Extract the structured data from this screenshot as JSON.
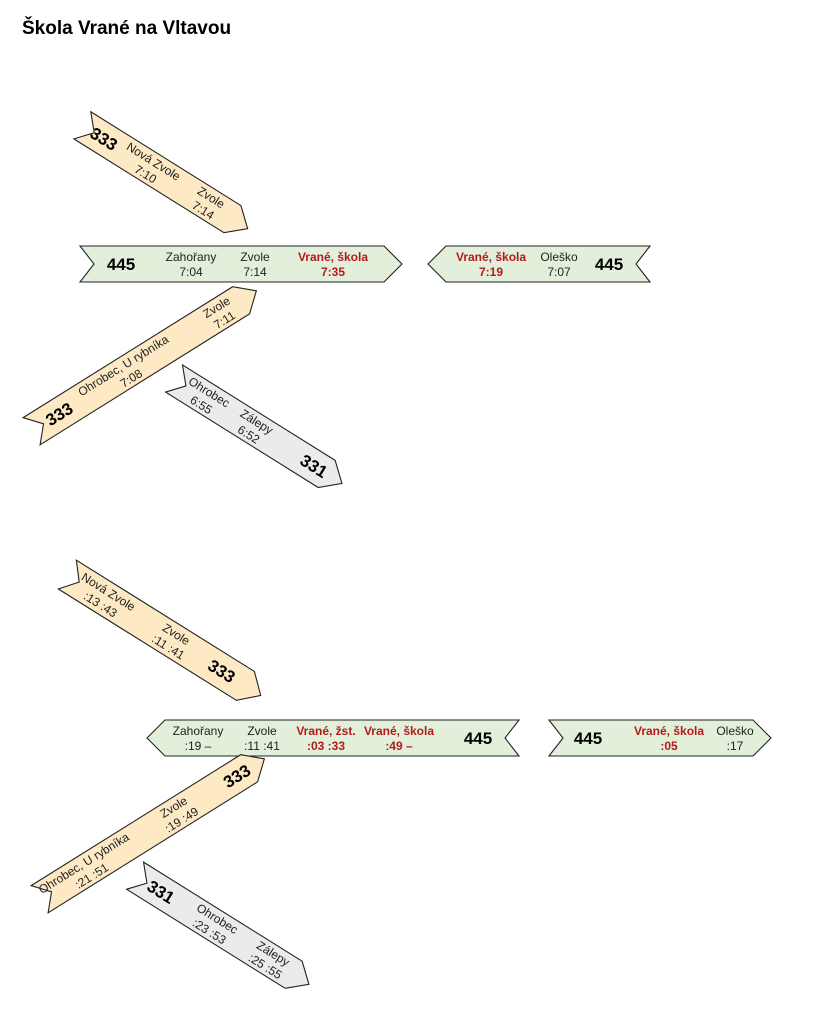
{
  "title": "Škola Vrané na Vltavou",
  "colors": {
    "line445": "#e2efda",
    "line333": "#fde9c4",
    "line331": "#ebebeb",
    "stroke": "#222222",
    "highlight": "#b31b1b"
  },
  "morning": [
    {
      "line": "333",
      "stops": [
        {
          "name": "Nová Zvole",
          "time": "7:10"
        },
        {
          "name": "Zvole",
          "time": "7:14"
        }
      ]
    },
    {
      "line": "445",
      "stops": [
        {
          "name": "Zahořany",
          "time": "7:04"
        },
        {
          "name": "Zvole",
          "time": "7:14"
        },
        {
          "name": "Vrané, škola",
          "time": "7:35",
          "highlight": true
        }
      ]
    },
    {
      "line": "445",
      "stops": [
        {
          "name": "Vrané, škola",
          "time": "7:19",
          "highlight": true
        },
        {
          "name": "Oleško",
          "time": "7:07"
        }
      ]
    },
    {
      "line": "333",
      "stops": [
        {
          "name": "Ohrobec, U rybníka",
          "time": "7:08"
        },
        {
          "name": "Zvole",
          "time": "7:11"
        }
      ]
    },
    {
      "line": "331",
      "stops": [
        {
          "name": "Ohrobec",
          "time": "6:55"
        },
        {
          "name": "Zálepy",
          "time": "6:52"
        }
      ]
    }
  ],
  "afternoon": [
    {
      "line": "333",
      "stops": [
        {
          "name": "Nová Zvole",
          "time": ":13 :43"
        },
        {
          "name": "Zvole",
          "time": ":11 :41"
        }
      ]
    },
    {
      "line": "445",
      "stops": [
        {
          "name": "Zahořany",
          "time": ":19 –"
        },
        {
          "name": "Zvole",
          "time": ":11 :41"
        },
        {
          "name": "Vrané, žst.",
          "time": ":03 :33",
          "highlight": true
        },
        {
          "name": "Vrané, škola",
          "time": ":49 –",
          "highlight": true
        }
      ]
    },
    {
      "line": "445",
      "stops": [
        {
          "name": "Vrané, škola",
          "time": ":05",
          "highlight": true
        },
        {
          "name": "Oleško",
          "time": ":17"
        }
      ]
    },
    {
      "line": "333",
      "stops": [
        {
          "name": "Ohrobec, U rybníka",
          "time": ":21 :51"
        },
        {
          "name": "Zvole",
          "time": ":19 :49"
        }
      ]
    },
    {
      "line": "331",
      "stops": [
        {
          "name": "Ohrobec",
          "time": ":23 :53"
        },
        {
          "name": "Zálepy",
          "time": ":25 :55"
        }
      ]
    }
  ]
}
